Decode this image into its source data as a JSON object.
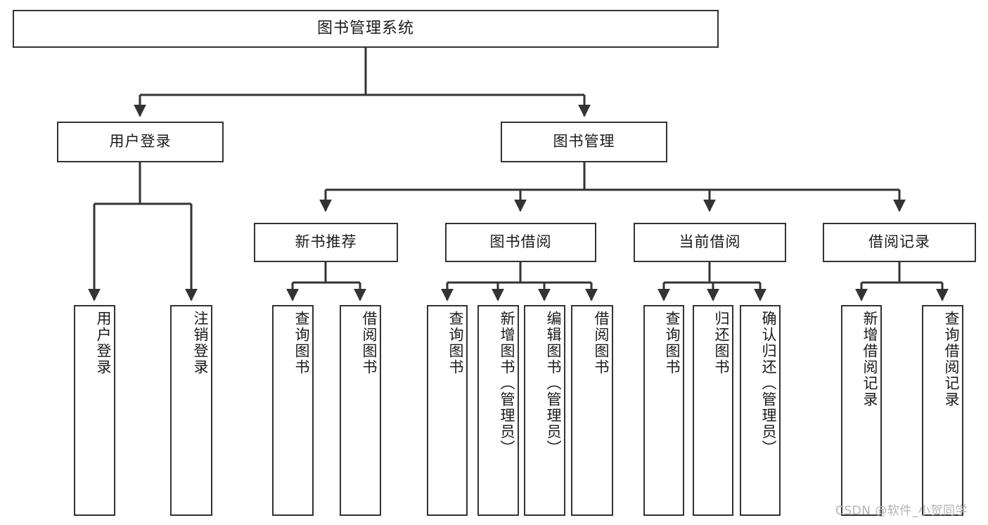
{
  "diagram": {
    "title": "图书管理系统",
    "colors": {
      "border": "#333333",
      "background": "#ffffff",
      "text": "#1a1a1a",
      "watermark": "#b3b3b3"
    },
    "root": {
      "label": "图书管理系统"
    },
    "level2": [
      {
        "id": "user-login",
        "label": "用户登录"
      },
      {
        "id": "book-manage",
        "label": "图书管理"
      }
    ],
    "level3": [
      {
        "id": "new-book-recommend",
        "label": "新书推荐"
      },
      {
        "id": "book-borrow",
        "label": "图书借阅"
      },
      {
        "id": "current-borrow",
        "label": "当前借阅"
      },
      {
        "id": "borrow-record",
        "label": "借阅记录"
      }
    ],
    "leaves": {
      "user_login": [
        {
          "id": "leaf-user-login",
          "label": "用户登录"
        },
        {
          "id": "leaf-logout-login",
          "label": "注销登录"
        }
      ],
      "new_book_recommend": [
        {
          "id": "leaf-query-book-1",
          "label": "查询图书"
        },
        {
          "id": "leaf-borrow-book-1",
          "label": "借阅图书"
        }
      ],
      "book_borrow": [
        {
          "id": "leaf-query-book-2",
          "label": "查询图书"
        },
        {
          "id": "leaf-add-book",
          "label": "新增图书（管理员）"
        },
        {
          "id": "leaf-edit-book",
          "label": "编辑图书（管理员）"
        },
        {
          "id": "leaf-borrow-book-2",
          "label": "借阅图书"
        }
      ],
      "current_borrow": [
        {
          "id": "leaf-query-book-3",
          "label": "查询图书"
        },
        {
          "id": "leaf-return-book",
          "label": "归还图书"
        },
        {
          "id": "leaf-confirm-return",
          "label": "确认归还（管理员）"
        }
      ],
      "borrow_record": [
        {
          "id": "leaf-add-record",
          "label": "新增借阅记录"
        },
        {
          "id": "leaf-query-record",
          "label": "查询借阅记录"
        }
      ]
    },
    "watermark": "CSDN @软件_小贺同学"
  }
}
